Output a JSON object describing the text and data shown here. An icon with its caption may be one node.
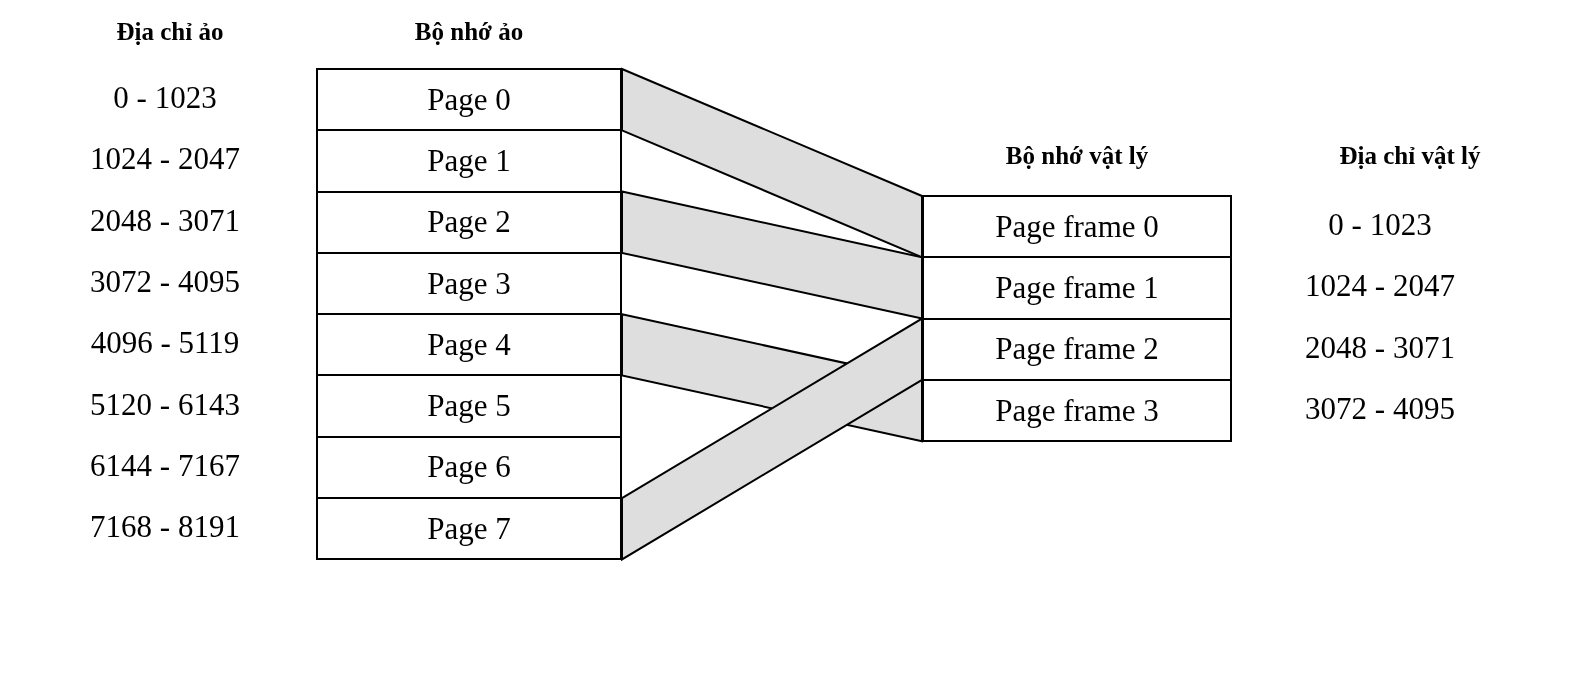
{
  "diagram": {
    "nodes": [
      {
        "text": [
          "Bộ nhớ ảo"
        ]
      },
      {
        "text": [
          "Page 0"
        ],
        "in": 0,
        "beside": [
          "0 - 1023"
        ]
      },
      {
        "text": [
          "Page 1"
        ],
        "in": 0,
        "beside": [
          "1024 - 2047"
        ]
      },
      {
        "text": [
          "Page 2"
        ],
        "in": 0,
        "beside": [
          "2048 - 3071"
        ]
      },
      {
        "text": [
          "Page 3"
        ],
        "in": 0,
        "beside": [
          "3072 - 4095"
        ]
      },
      {
        "text": [
          "Page 4"
        ],
        "in": 0,
        "beside": [
          "4096 - 5119"
        ]
      },
      {
        "text": [
          "Page 5"
        ],
        "in": 0,
        "beside": [
          "5120 - 6143"
        ]
      },
      {
        "text": [
          "Page 6"
        ],
        "in": 0,
        "beside": [
          "6144 - 7167"
        ]
      },
      {
        "text": [
          "Page 7"
        ],
        "in": 0,
        "beside": [
          "7168 - 8191"
        ]
      },
      {
        "text": [
          "Bộ nhớ vật lý"
        ]
      },
      {
        "text": [
          "Page frame 0"
        ],
        "in": 9,
        "beside": [
          "0 - 1023"
        ]
      },
      {
        "text": [
          "Page frame 1"
        ],
        "in": 9,
        "beside": [
          "1024 - 2047"
        ]
      },
      {
        "text": [
          "Page frame 2"
        ],
        "in": 9,
        "beside": [
          "2048 - 3071"
        ]
      },
      {
        "text": [
          "Page frame 3"
        ],
        "in": 9,
        "beside": [
          "3072 - 4095"
        ]
      }
    ],
    "edges": [
      {
        "from": 1,
        "to": 10,
        "arrow": "none"
      },
      {
        "from": 3,
        "to": 11,
        "arrow": "none"
      },
      {
        "from": 5,
        "to": 13,
        "arrow": "none"
      },
      {
        "from": 8,
        "to": 12,
        "arrow": "none"
      }
    ],
    "labels": [
      "Địa chỉ ảo",
      "Địa chỉ vật lý"
    ]
  }
}
